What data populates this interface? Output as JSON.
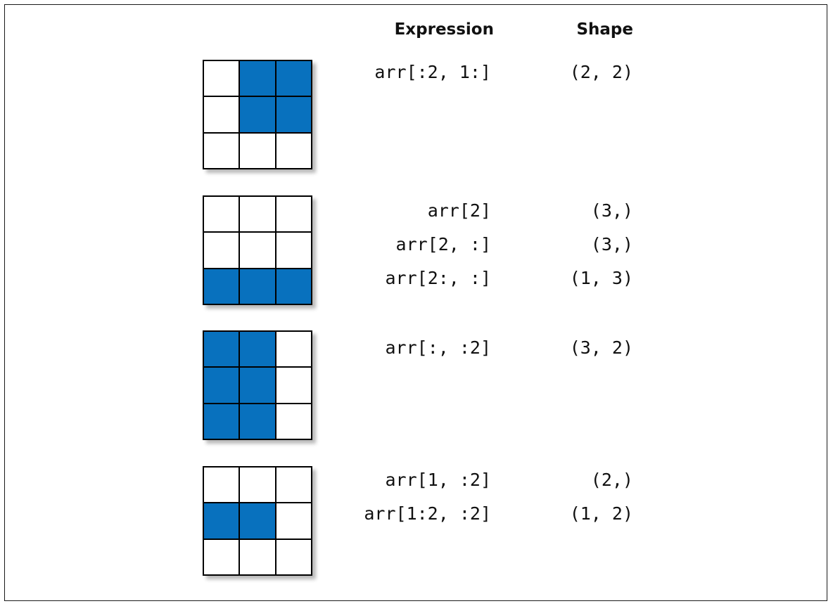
{
  "headers": {
    "expression": "Expression",
    "shape": "Shape"
  },
  "colors": {
    "highlight": "#0871be",
    "cell": "#ffffff",
    "border": "#000000"
  },
  "panels": [
    {
      "cells": [
        [
          0,
          1,
          1
        ],
        [
          0,
          1,
          1
        ],
        [
          0,
          0,
          0
        ]
      ],
      "rows": [
        {
          "expression": "arr[:2, 1:]",
          "shape": "(2, 2)"
        }
      ]
    },
    {
      "cells": [
        [
          0,
          0,
          0
        ],
        [
          0,
          0,
          0
        ],
        [
          1,
          1,
          1
        ]
      ],
      "rows": [
        {
          "expression": "arr[2]",
          "shape": "(3,)"
        },
        {
          "expression": "arr[2, :]",
          "shape": "(3,)"
        },
        {
          "expression": "arr[2:, :]",
          "shape": "(1, 3)"
        }
      ]
    },
    {
      "cells": [
        [
          1,
          1,
          0
        ],
        [
          1,
          1,
          0
        ],
        [
          1,
          1,
          0
        ]
      ],
      "rows": [
        {
          "expression": "arr[:, :2]",
          "shape": "(3, 2)"
        }
      ]
    },
    {
      "cells": [
        [
          0,
          0,
          0
        ],
        [
          1,
          1,
          0
        ],
        [
          0,
          0,
          0
        ]
      ],
      "rows": [
        {
          "expression": "arr[1, :2]",
          "shape": "(2,)"
        },
        {
          "expression": "arr[1:2, :2]",
          "shape": "(1, 2)"
        }
      ]
    }
  ]
}
